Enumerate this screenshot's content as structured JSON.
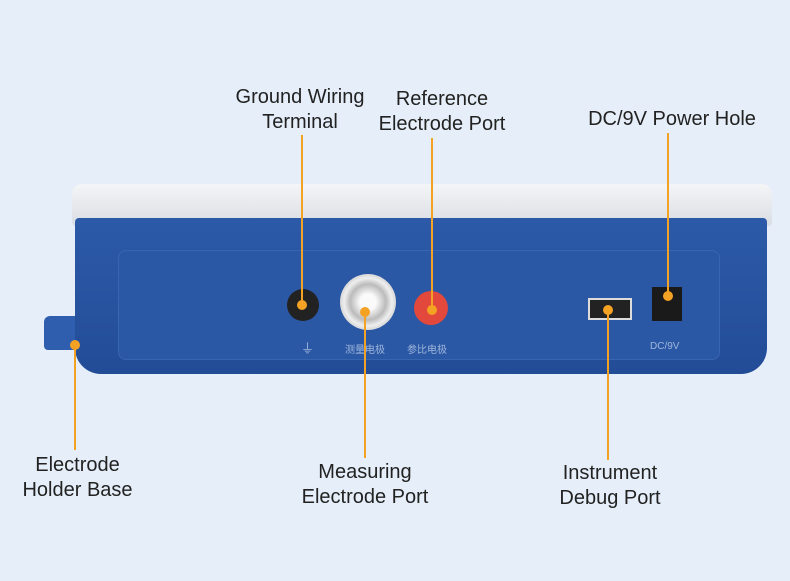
{
  "labels": {
    "ground": [
      "Ground Wiring",
      "Terminal"
    ],
    "reference": [
      "Reference",
      "Electrode Port"
    ],
    "power": "DC/9V Power Hole",
    "holder": [
      "Electrode",
      "Holder Base"
    ],
    "measuring": [
      "Measuring",
      "Electrode Port"
    ],
    "debug": [
      "Instrument",
      "Debug Port"
    ]
  },
  "panel_text": {
    "ground_symbol": "⏚",
    "measuring": "测量电极",
    "reference": "参比电极",
    "power": "DC/9V"
  },
  "colors": {
    "accent": "#f4a224",
    "body": "#2b58a4",
    "background": "#e6eff9"
  }
}
